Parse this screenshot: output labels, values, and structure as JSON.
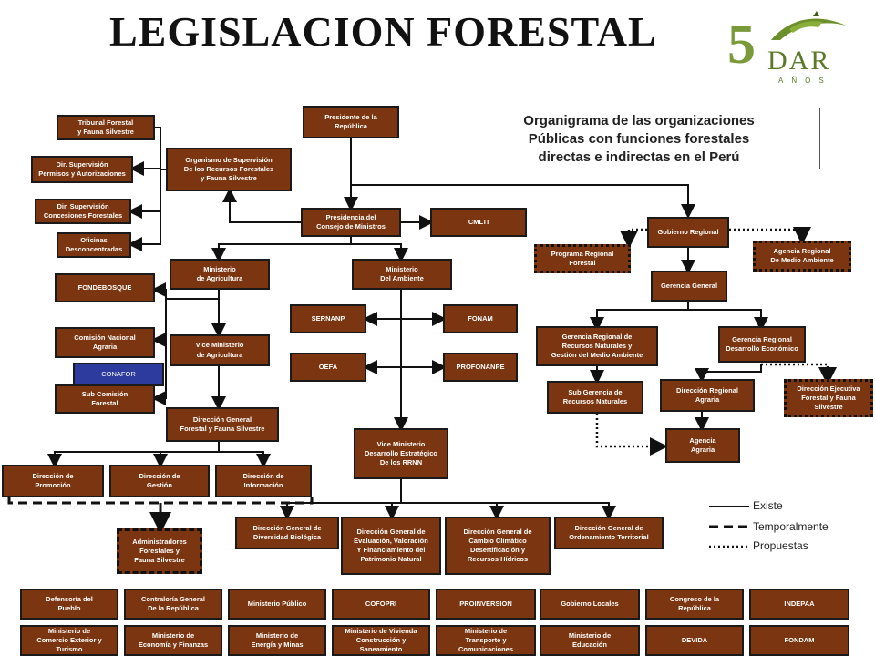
{
  "title": "LEGISLACION FORESTAL",
  "logo": {
    "number": "5",
    "text": "DAR",
    "subtext": "AÑOS"
  },
  "caption": "Organigrama de las organizaciones\nPúblicas con funciones forestales\ndirectas  e indirectas en el Perú",
  "legend": {
    "existe": "Existe",
    "temporalmente": "Temporalmente",
    "propuestas": "Propuestas"
  },
  "nodes": {
    "presidente": "Presidente de la\nRepública",
    "organismo": "Organismo de Supervisión\nDe los Recursos Forestales\ny Fauna Silvestre",
    "tribunal": "Tribunal Forestal\ny Fauna Silvestre",
    "dir_sup_permisos": "Dir. Supervisión\nPermisos y Autorizaciones",
    "dir_sup_concesiones": "Dir. Supervisión\nConcesiones  Forestales",
    "oficinas": "Oficinas\nDesconcentradas",
    "presidencia": "Presidencia del\nConsejo de Ministros",
    "cmlti": "CMLTI",
    "gobierno_regional": "Gobierno Regional",
    "programa_regional": "Programa Regional\nForestal",
    "agencia_regional_ma": "Agencia Regional\nDe Medio Ambiente",
    "gerencia_general": "Gerencia General",
    "min_agricultura": "Ministerio\nde Agricultura",
    "min_ambiente": "Ministerio\nDel  Ambiente",
    "fondebosque": "FONDEBOSQUE",
    "sernanp": "SERNANP",
    "fonam": "FONAM",
    "oefa": "OEFA",
    "profonanpe": "PROFONANPE",
    "comision_nacional": "Comisión Nacional\nAgraria",
    "conafor": "CONAFOR",
    "sub_comision": "Sub Comisión\nForestal",
    "vice_agricultura": "Vice Ministerio\nde Agricultura",
    "ger_reg_rrnn": "Gerencia Regional de\nRecursos Naturales y\nGestión del Medio Ambiente",
    "ger_reg_desarrollo": "Gerencia Regional\nDesarrollo Económico",
    "sub_gerencia_rrnn": "Sub Gerencia de\nRecursos Naturales",
    "dir_regional_agraria": "Dirección Regional\nAgraria",
    "dir_ejecutiva": "Dirección Ejecutiva\nForestal y Fauna\nSilvestre",
    "agencia_agraria": "Agencia\nAgraria",
    "dg_forestal": "Dirección General\nForestal y Fauna Silvestre",
    "vice_desarrollo": "Vice Ministerio\nDesarrollo Estratégico\nDe los RRNN",
    "dir_promocion": "Dirección de\nPromoción",
    "dir_gestion": "Dirección de\nGestión",
    "dir_informacion": "Dirección de\nInformación",
    "administradores": "Administradores\nForestales y\nFauna Silvestre",
    "dg_diversidad": "Dirección General  de\nDiversidad Biológica",
    "dg_evaluacion": "Dirección General  de\nEvaluación, Valoración\nY Financiamiento del\nPatrimonio Natural",
    "dg_cambio": "Dirección General de\nCambio Climático\nDesertificación y\nRecursos Hídricos",
    "dg_ordenamiento": "Dirección General de\nOrdenamiento Territorial",
    "defensoria": "Defensoría del\nPueblo",
    "contraloria": "Contraloría General\nDe la República",
    "ministerio_publico": "Ministerio Público",
    "cofopri": "COFOPRI",
    "proinversion": "PROINVERSION",
    "gobierno_locales": "Gobierno Locales",
    "congreso": "Congreso de la\nRepública",
    "indepaa": "INDEPAA",
    "min_comercio": "Ministerio de\nComercio Exterior y\nTurismo",
    "min_economia": "Ministerio de\nEconomía y Finanzas",
    "min_energia": "Ministerio de\nEnergía y Minas",
    "min_vivienda": "Ministerio de Vivienda\nConstrucción  y\nSaneamiento",
    "min_transporte": "Ministerio de\nTransporte y\nComunicaciones",
    "min_educacion": "Ministerio de\nEducación",
    "devida": "DEVIDA",
    "fondam": "FONDAM"
  }
}
